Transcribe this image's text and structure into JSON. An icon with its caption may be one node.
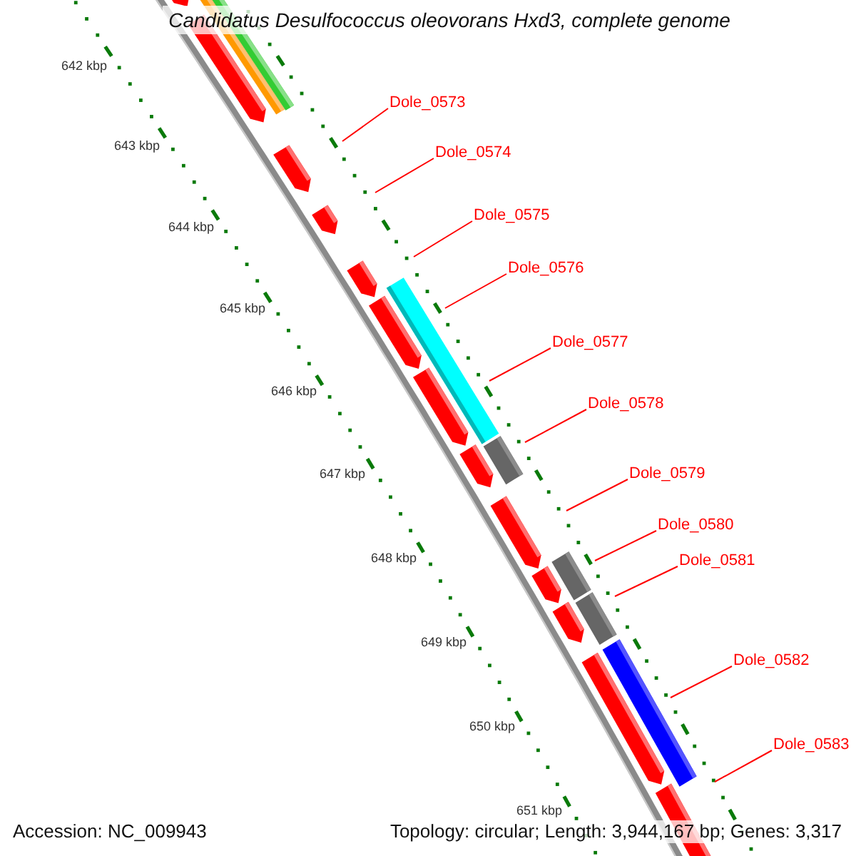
{
  "diagram": {
    "title": "Candidatus Desulfococcus oleovorans Hxd3, complete genome",
    "nodes": [
      {
        "text": [
          "Dole_0573"
        ]
      },
      {
        "text": [
          "Dole_0574"
        ]
      },
      {
        "text": [
          "Dole_0575"
        ]
      },
      {
        "text": [
          "Dole_0576"
        ]
      },
      {
        "text": [
          "Dole_0577"
        ]
      },
      {
        "text": [
          "Dole_0578"
        ]
      },
      {
        "text": [
          "Dole_0579"
        ]
      },
      {
        "text": [
          "Dole_0580"
        ]
      },
      {
        "text": [
          "Dole_0581"
        ]
      },
      {
        "text": [
          "Dole_0582"
        ]
      },
      {
        "text": [
          "Dole_0583"
        ]
      }
    ],
    "edges": [
      {
        "from": 0,
        "to": null,
        "arrow": "none"
      },
      {
        "from": 1,
        "to": null,
        "arrow": "none"
      },
      {
        "from": 2,
        "to": null,
        "arrow": "none"
      },
      {
        "from": 3,
        "to": null,
        "arrow": "none"
      },
      {
        "from": 4,
        "to": null,
        "arrow": "none"
      },
      {
        "from": 5,
        "to": null,
        "arrow": "none"
      },
      {
        "from": 6,
        "to": null,
        "arrow": "none"
      },
      {
        "from": 7,
        "to": null,
        "arrow": "none"
      },
      {
        "from": 8,
        "to": null,
        "arrow": "none"
      },
      {
        "from": 9,
        "to": null,
        "arrow": "none"
      },
      {
        "from": 10,
        "to": null,
        "arrow": "none"
      }
    ],
    "labels": [
      "642 kbp",
      "643 kbp",
      "644 kbp",
      "645 kbp",
      "646 kbp",
      "647 kbp",
      "648 kbp",
      "649 kbp",
      "650 kbp",
      "651 kbp",
      "Accession: NC_009943",
      "Topology: circular; Length: 3,944,167 bp; Genes: 3,317"
    ]
  }
}
